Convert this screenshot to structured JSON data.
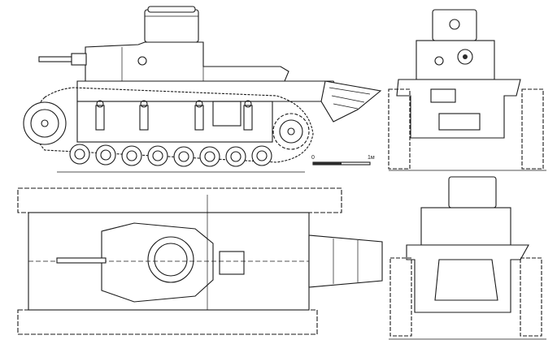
{
  "drawing": {
    "views": [
      "side-view",
      "front-view",
      "top-view",
      "rear-view"
    ],
    "scale_bar": {
      "start_label": "0",
      "end_label": "1м"
    },
    "ink_color": "#1a1a1a",
    "paper_color": "#ffffff"
  }
}
